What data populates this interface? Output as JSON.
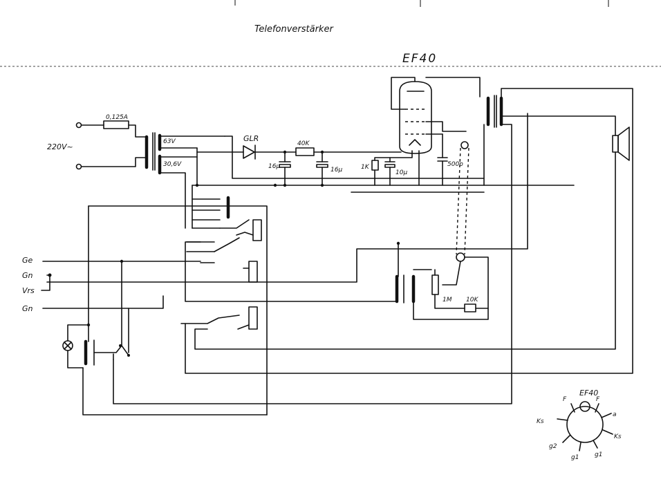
{
  "title": "Telefonverstärker",
  "tube": "EF40",
  "mains": {
    "voltage": "220V~",
    "fuse": "0,125A"
  },
  "transformer": {
    "tap_high": "63V",
    "tap_low": "30,6V"
  },
  "rectifier": "GLR",
  "components": {
    "r_series": "40K",
    "c_left": "16μ",
    "c_right": "16μ",
    "r_cathode": "1K",
    "c_cathode": "10μ",
    "c_plate": "500p",
    "pot": "1M",
    "r_pot": "10K"
  },
  "terminals": [
    "Ge",
    "Gn",
    "Vrs",
    "Gn"
  ],
  "pinout": {
    "title": "EF40",
    "pins": [
      "F",
      "F",
      "a",
      "Ks",
      "g1",
      "g1",
      "g2",
      "Ks"
    ]
  }
}
